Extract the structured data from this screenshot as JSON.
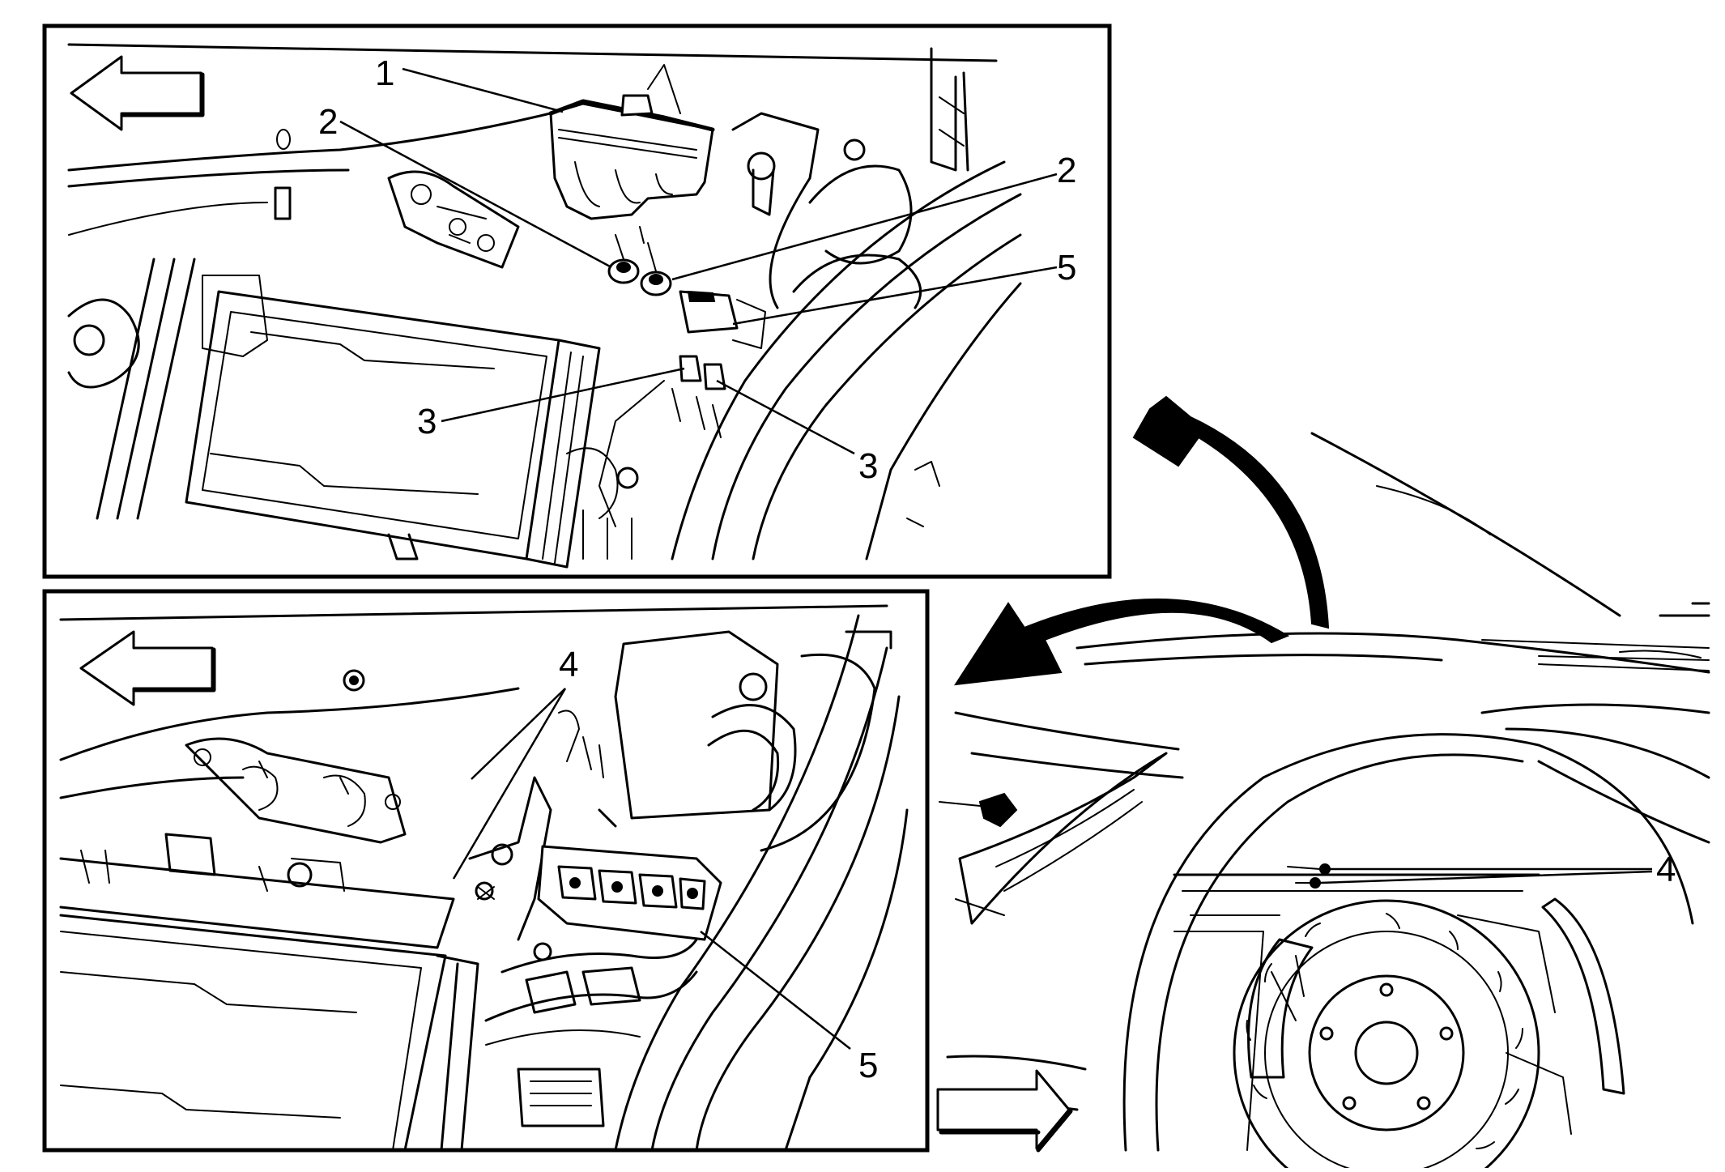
{
  "callouts": {
    "top_1": "1",
    "top_2a": "2",
    "top_2b": "2",
    "top_5": "5",
    "top_3a": "3",
    "top_3b": "3",
    "bottom_4": "4",
    "bottom_5": "5",
    "wheel_4": "4"
  },
  "colors": {
    "ink": "#000000",
    "paper": "#ffffff"
  },
  "icons": {
    "top_panel_arrow": "forward-direction-arrow-icon",
    "bottom_panel_arrow": "forward-direction-arrow-icon",
    "overview_arrow": "forward-direction-arrow-icon",
    "zoom_arrows": "curved-zoom-arrow-icon"
  }
}
